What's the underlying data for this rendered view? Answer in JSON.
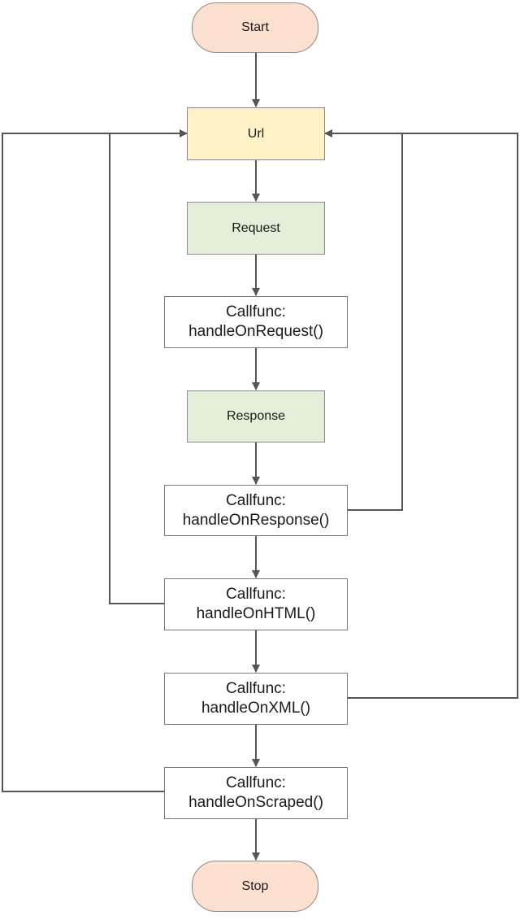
{
  "nodes": {
    "start": "Start",
    "url": "Url",
    "request": "Request",
    "on_request": {
      "line1": "Callfunc:",
      "line2": "handleOnRequest()"
    },
    "response": "Response",
    "on_response": {
      "line1": "Callfunc:",
      "line2": "handleOnResponse()"
    },
    "on_html": {
      "line1": "Callfunc:",
      "line2": "handleOnHTML()"
    },
    "on_xml": {
      "line1": "Callfunc:",
      "line2": "handleOnXML()"
    },
    "on_scraped": {
      "line1": "Callfunc:",
      "line2": "handleOnScraped()"
    },
    "stop": "Stop"
  },
  "colors": {
    "terminal_fill": "#fbe0d0",
    "url_fill": "#fff2c6",
    "request_fill": "#e3efd9",
    "connector": "#555555"
  }
}
